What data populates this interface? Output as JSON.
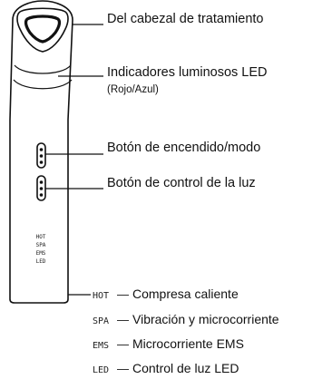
{
  "device": {
    "indicator_labels": [
      "HOT",
      "SPA",
      "EMS",
      "LED"
    ]
  },
  "callouts": {
    "head": "Del cabezal de tratamiento",
    "led_title": "Indicadores luminosos LED",
    "led_sub": "(Rojo/Azul)",
    "power": "Botón de encendido/modo",
    "light": "Botón de control de la luz"
  },
  "legend": [
    {
      "code": "HOT",
      "dash": "—",
      "text": "Compresa caliente"
    },
    {
      "code": "SPA",
      "dash": "—",
      "text": "Vibración y microcorriente"
    },
    {
      "code": "EMS",
      "dash": "—",
      "text": "Microcorriente EMS"
    },
    {
      "code": "LED",
      "dash": "—",
      "text": "Control de luz LED"
    }
  ]
}
